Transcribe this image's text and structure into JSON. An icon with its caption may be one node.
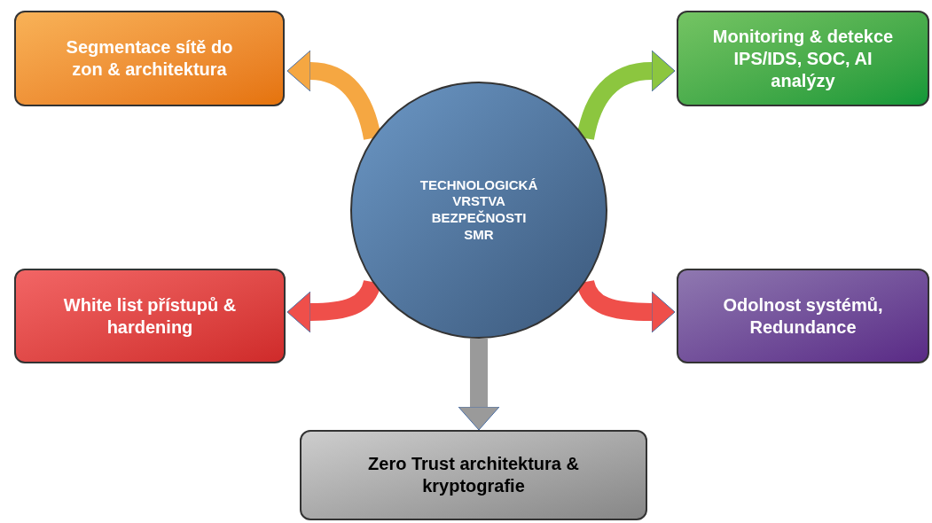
{
  "diagram": {
    "nodes": [
      {
        "text": [
          "Segmentace sítě do zon & architektura"
        ]
      },
      {
        "text": [
          "Monitoring & detekce IPS/IDS, SOC, AI analýzy"
        ]
      },
      {
        "text": [
          "TECHNOLOGICKÁ VRSTVA BEZPEČNOSTI SMR"
        ]
      },
      {
        "text": [
          "White list přístupů & hardening"
        ]
      },
      {
        "text": [
          "Odolnost systémů, Redundance"
        ]
      },
      {
        "text": [
          "Zero Trust architektura & kryptografie"
        ]
      }
    ],
    "edges": [
      {
        "from": 2,
        "to": 0,
        "arrow": "to",
        "color": "#f5a742"
      },
      {
        "from": 2,
        "to": 1,
        "arrow": "to",
        "color": "#8cc63f"
      },
      {
        "from": 2,
        "to": 3,
        "arrow": "to",
        "color": "#ef4f4a"
      },
      {
        "from": 2,
        "to": 4,
        "arrow": "to",
        "color": "#ef4f4a"
      },
      {
        "from": 2,
        "to": 5,
        "arrow": "to",
        "color": "#9a9a9a"
      }
    ]
  }
}
